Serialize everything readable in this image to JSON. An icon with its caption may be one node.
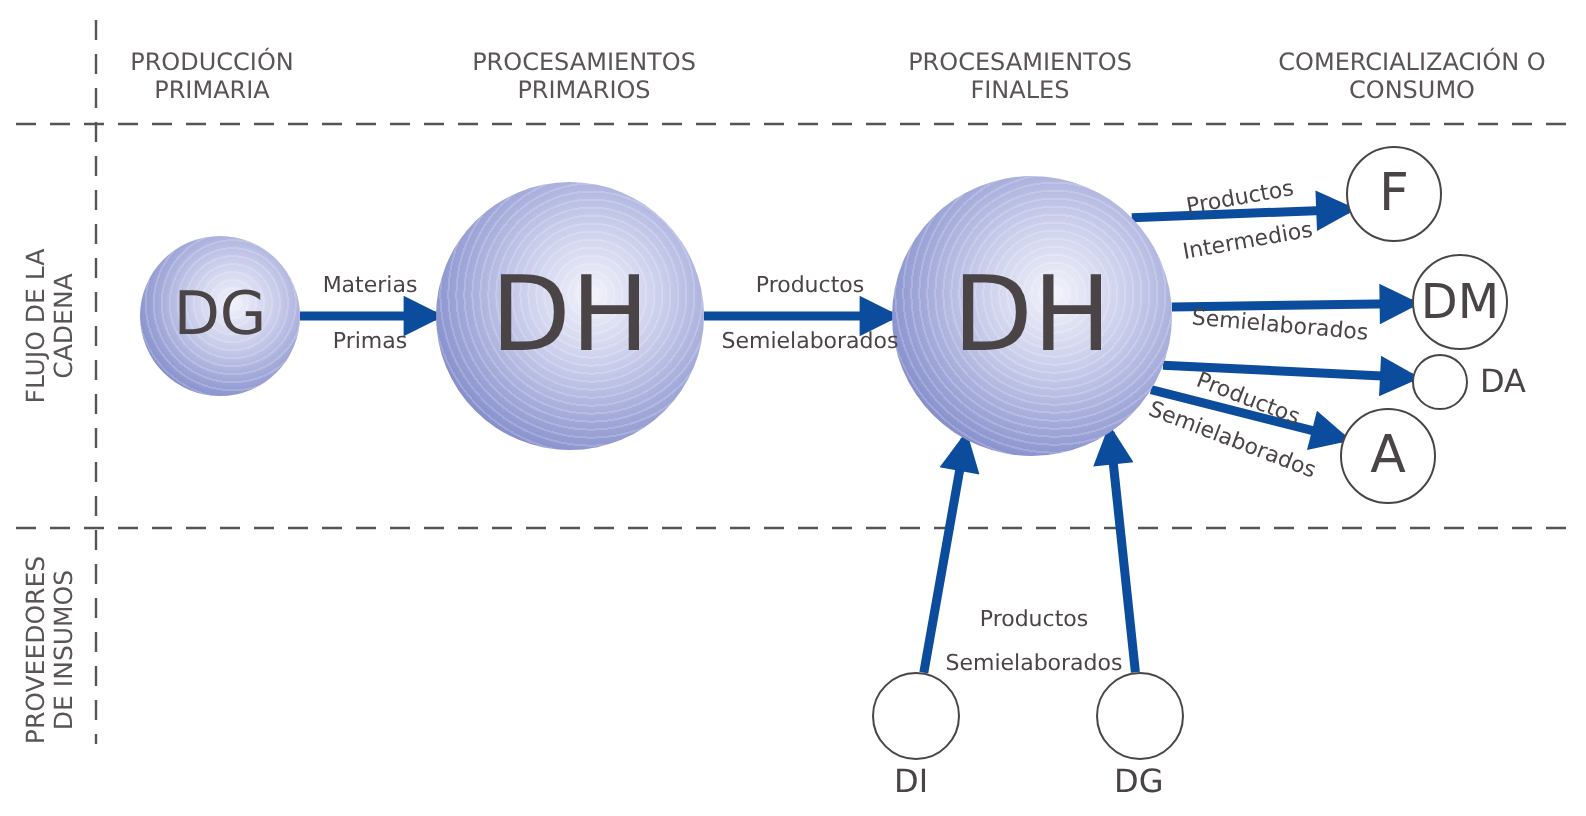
{
  "diagram": {
    "nodes": [
      {
        "text": [
          "DG"
        ]
      },
      {
        "text": [
          "DH"
        ]
      },
      {
        "text": [
          "DH"
        ]
      },
      {
        "text": [
          "F"
        ]
      },
      {
        "text": [
          "DM"
        ]
      },
      {
        "text": [],
        "shape": "circle",
        "beside": [
          "DA"
        ]
      },
      {
        "text": [
          "A"
        ]
      },
      {
        "text": [],
        "shape": "circle",
        "beside": [
          "DI"
        ]
      },
      {
        "text": [],
        "shape": "circle",
        "beside": [
          "DG"
        ]
      }
    ],
    "edges": [
      {
        "from": 0,
        "to": 1,
        "arrow": "to",
        "label": "Materias Primas"
      },
      {
        "from": 1,
        "to": 2,
        "arrow": "to",
        "label": "Productos Semielaborados"
      },
      {
        "from": 2,
        "to": 3,
        "arrow": "to",
        "label": "Productos Intermedios"
      },
      {
        "from": 2,
        "to": 4,
        "arrow": "to",
        "label": "Semielaborados"
      },
      {
        "from": 2,
        "to": 5,
        "arrow": "to"
      },
      {
        "from": 2,
        "to": 6,
        "arrow": "to",
        "label": "Productos Semielaborados"
      },
      {
        "from": 7,
        "to": 2,
        "arrow": "to"
      },
      {
        "from": 8,
        "to": 2,
        "arrow": "to"
      }
    ],
    "labels": [
      "PRODUCCIÓN PRIMARIA",
      "PROCESAMIENTOS PRIMARIOS",
      "PROCESAMIENTOS FINALES",
      "COMERCIALIZACIÓN O CONSUMO",
      "FLUJO DE LA CADENA",
      "PROVEEDORES DE INSUMOS",
      "Productos Semielaborados"
    ]
  }
}
